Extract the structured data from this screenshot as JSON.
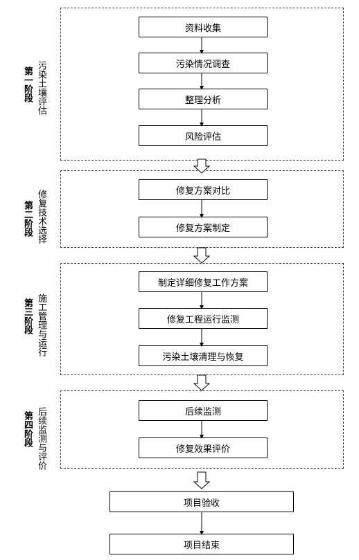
{
  "stages": [
    {
      "label": "第一阶段",
      "title": "污染土壤评估",
      "steps": [
        "资料收集",
        "污染情况调查",
        "整理分析",
        "风险评估"
      ]
    },
    {
      "label": "第二阶段",
      "title": "修复技术选择",
      "steps": [
        "修复方案对比",
        "修复方案制定"
      ]
    },
    {
      "label": "第三阶段",
      "title": "施工管理与运行",
      "steps": [
        "制定详细修复工作方案",
        "修复工程运行监测",
        "污染土壤清理与恢复"
      ]
    },
    {
      "label": "第四阶段",
      "title": "后续监测与评价",
      "steps": [
        "后续监测",
        "修复效果评价"
      ]
    }
  ],
  "final": [
    "项目验收",
    "项目结束"
  ]
}
